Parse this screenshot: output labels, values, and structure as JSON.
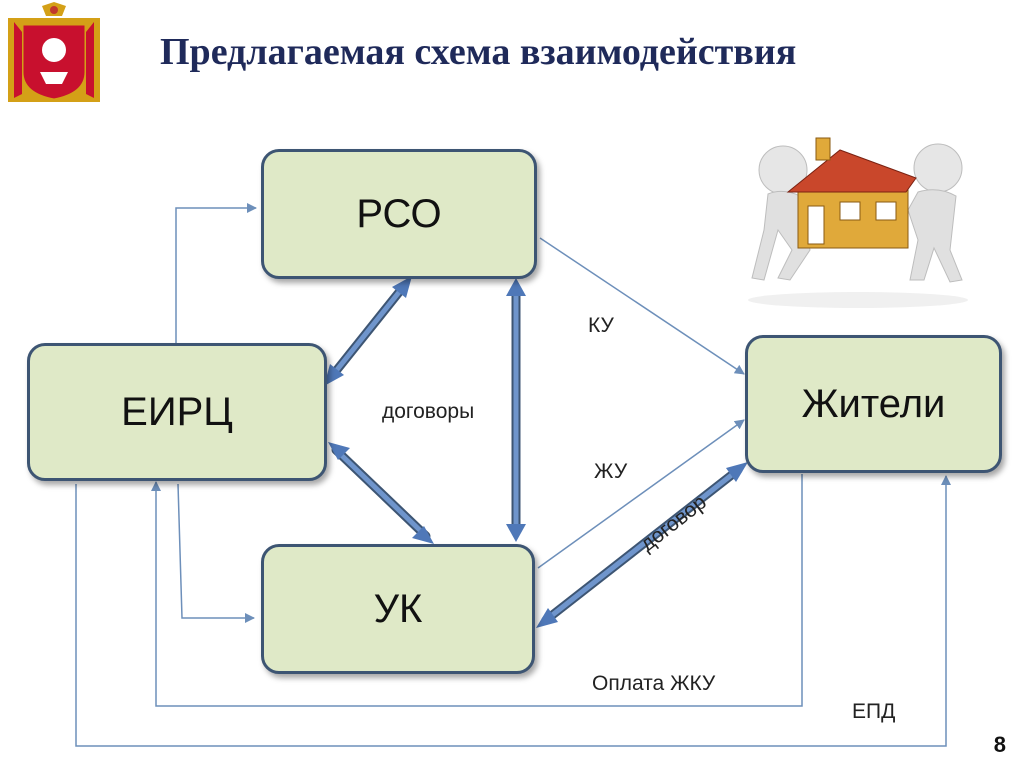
{
  "slide": {
    "title": "Предлагаемая схема взаимодействия",
    "page_number": "8"
  },
  "nodes": {
    "rso": "РСО",
    "eirc": "ЕИРЦ",
    "uk": "УК",
    "residents": "Жители"
  },
  "labels": {
    "contracts": "договоры",
    "ku": "КУ",
    "zhu": "ЖУ",
    "contract": "договор",
    "payment": "Оплата ЖКУ",
    "epd": "ЕПД"
  },
  "colors": {
    "node_fill": "#dfe9c7",
    "node_border": "#3d5573",
    "thick_arrow": "#4f78b8",
    "thin_arrow": "#6d8fba",
    "title": "#1f2a5a"
  },
  "icons": [
    "coat-of-arms-icon",
    "people-carrying-house-icon"
  ]
}
